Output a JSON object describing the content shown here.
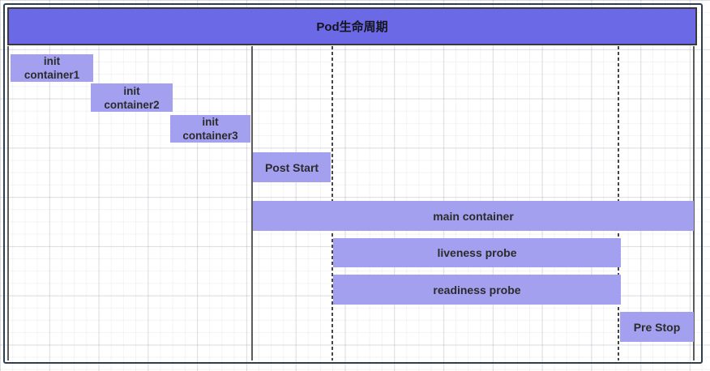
{
  "title": "Pod生命周期",
  "colors": {
    "title_fill": "#6c69e6",
    "bar_fill": "#a3a0f0",
    "frame_border": "#2c3e50",
    "solid_line": "#5c5c5c",
    "dashed_line": "#454545"
  },
  "bars": [
    {
      "name": "init-container1",
      "label": "init\ncontainer1"
    },
    {
      "name": "init-container2",
      "label": "init\ncontainer2"
    },
    {
      "name": "init-container3",
      "label": "init\ncontainer3"
    },
    {
      "name": "post-start",
      "label": "Post Start"
    },
    {
      "name": "main-container",
      "label": "main container"
    },
    {
      "name": "liveness-probe",
      "label": "liveness probe"
    },
    {
      "name": "readiness-probe",
      "label": "readiness probe"
    },
    {
      "name": "pre-stop",
      "label": "Pre Stop"
    }
  ]
}
